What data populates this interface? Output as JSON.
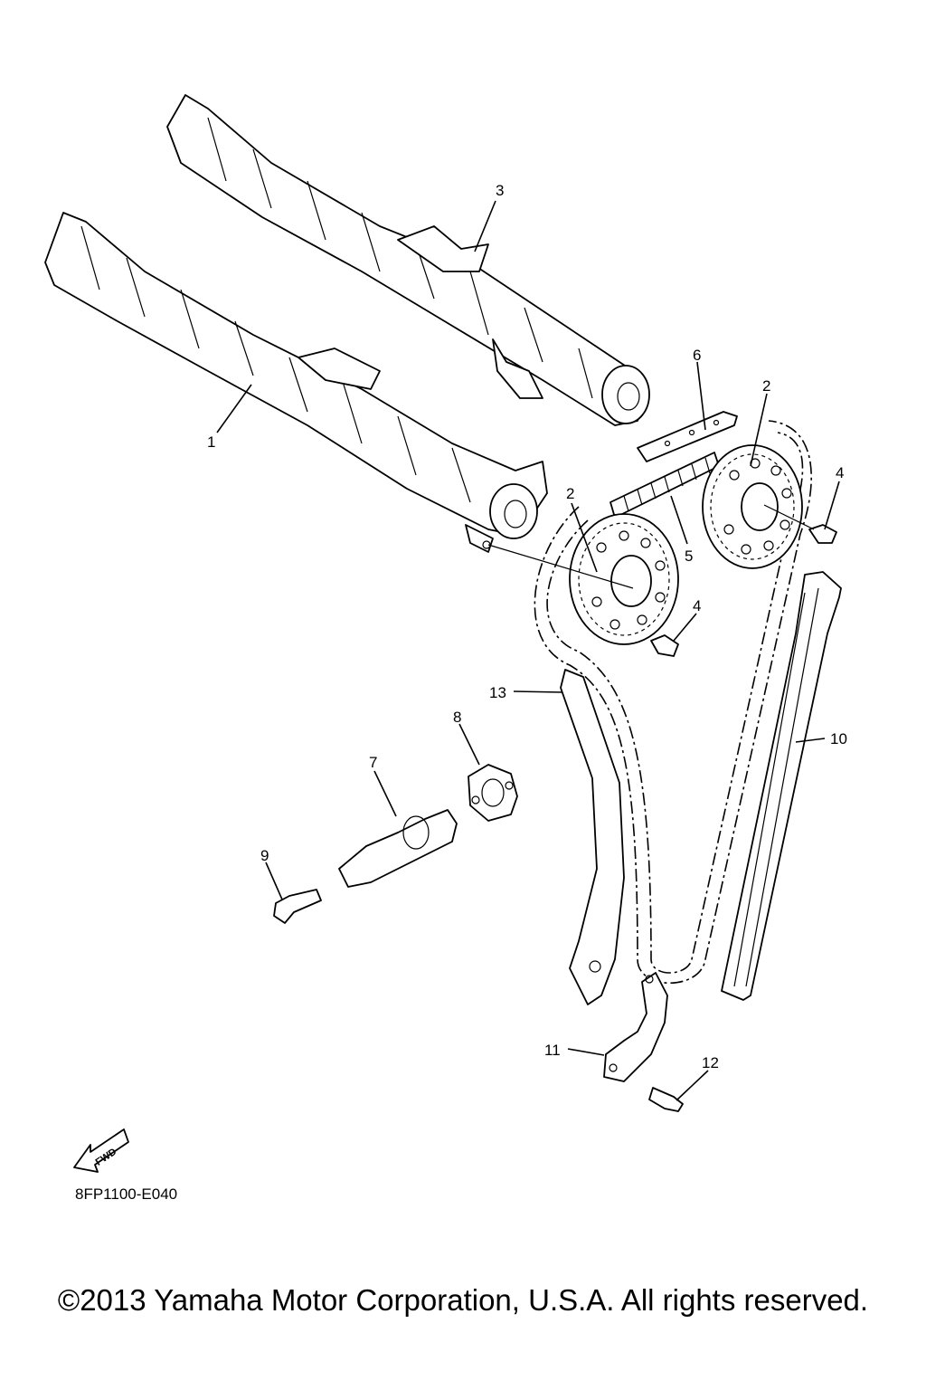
{
  "diagram": {
    "callouts": [
      {
        "id": "1",
        "label": "1"
      },
      {
        "id": "2a",
        "label": "2"
      },
      {
        "id": "2b",
        "label": "2"
      },
      {
        "id": "3",
        "label": "3"
      },
      {
        "id": "4a",
        "label": "4"
      },
      {
        "id": "4b",
        "label": "4"
      },
      {
        "id": "5",
        "label": "5"
      },
      {
        "id": "6",
        "label": "6"
      },
      {
        "id": "7",
        "label": "7"
      },
      {
        "id": "8",
        "label": "8"
      },
      {
        "id": "9",
        "label": "9"
      },
      {
        "id": "10",
        "label": "10"
      },
      {
        "id": "11",
        "label": "11"
      },
      {
        "id": "12",
        "label": "12"
      },
      {
        "id": "13",
        "label": "13"
      }
    ],
    "fwd_label": "FWD",
    "drawing_code": "8FP1100-E040"
  },
  "footer": {
    "copyright": "©2013 Yamaha Motor Corporation, U.S.A. All rights reserved."
  }
}
